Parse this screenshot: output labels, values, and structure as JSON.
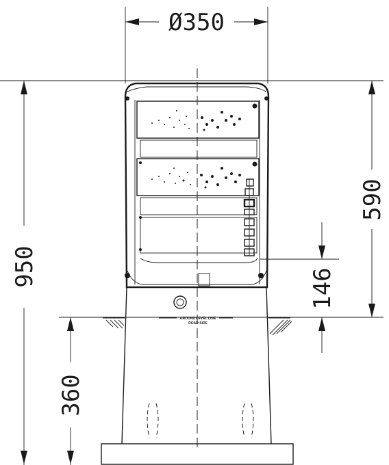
{
  "dimensions": {
    "diameter": "Ø350",
    "total_height": "950",
    "upper_height": "590",
    "lower_clearance": "146",
    "foundation_depth": "360"
  },
  "labels": {
    "ground_line": "GROUND LEVEL LINE",
    "road_side": "ROAD SIDE"
  },
  "icons": {
    "ground": "ground-hatch-icon",
    "screw": "screw-icon"
  }
}
